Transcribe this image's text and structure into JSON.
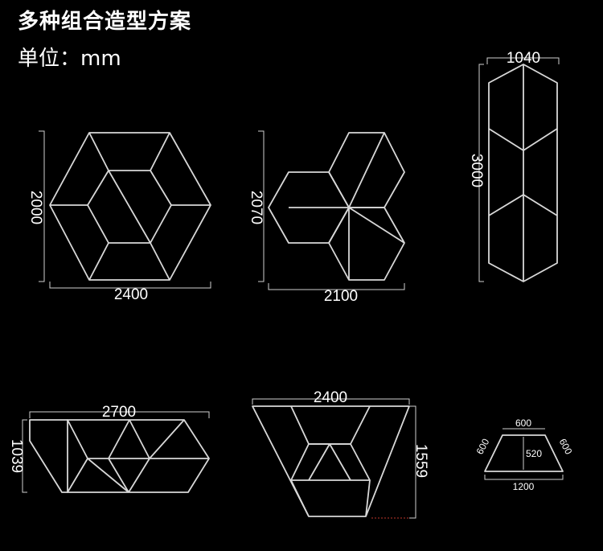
{
  "title": "多种组合造型方案",
  "unit": "单位：mm",
  "shapes": {
    "hexagon": {
      "width": "2400",
      "height": "2000"
    },
    "flower": {
      "width": "2100",
      "height": "2070"
    },
    "tall_column": {
      "width": "1040",
      "height": "3000"
    },
    "wide_band": {
      "width": "2700",
      "height": "1039"
    },
    "inverted_trapezoid": {
      "width": "2400",
      "height": "1559"
    },
    "small_trapezoid": {
      "top": "600",
      "left_side": "600",
      "right_side": "600",
      "middle": "520",
      "bottom": "1200"
    }
  },
  "colors": {
    "background": "#000000",
    "line": "#d8d8d8",
    "text": "#ffffff"
  }
}
